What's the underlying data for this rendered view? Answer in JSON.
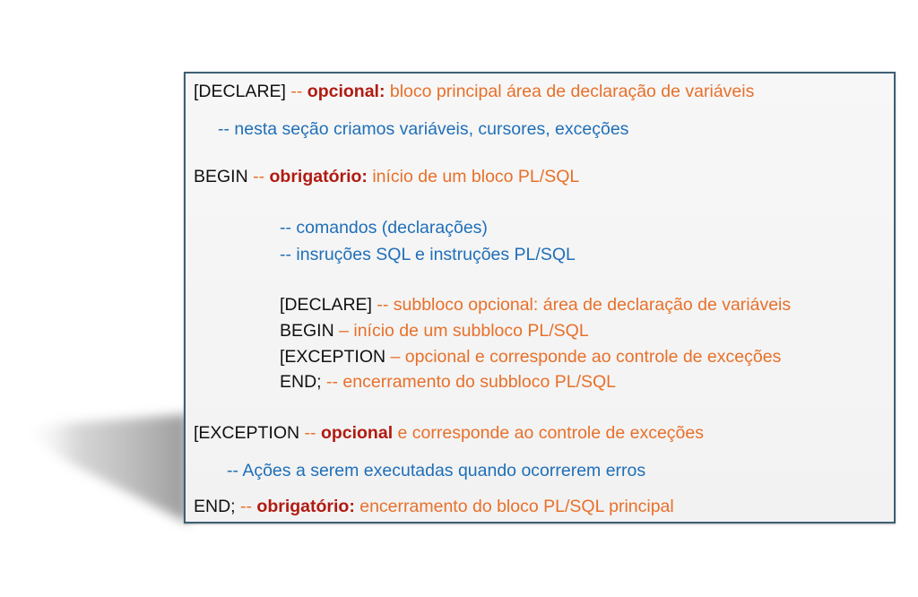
{
  "lines": {
    "declare": {
      "kw": "[DECLARE]",
      "sep": " -- ",
      "strong": "opcional:",
      "desc": " bloco principal área de declaração de variáveis"
    },
    "declare_note": "-- nesta seção criamos variáveis, cursores, exceções",
    "begin": {
      "kw": "BEGIN",
      "sep": " -- ",
      "strong": "obrigatório:",
      "desc": " início de um bloco PL/SQL"
    },
    "comment_commands": "-- comandos (declarações)",
    "comment_sql": "-- insruções SQL e instruções  PL/SQL",
    "sub_declare": {
      "kw": "[DECLARE]",
      "desc": " -- subbloco opcional: área de declaração de variáveis"
    },
    "sub_begin": {
      "kw": "BEGIN",
      "desc": " – início de um subbloco PL/SQL"
    },
    "sub_exception": {
      "kw": "[EXCEPTION",
      "desc": " – opcional e corresponde ao controle de exceções"
    },
    "sub_end": {
      "kw": "END;",
      "desc": " -- encerramento do subbloco PL/SQL"
    },
    "exception": {
      "kw": "[EXCEPTION",
      "sep": " -- ",
      "strong": "opcional",
      "desc": " e corresponde ao controle de exceções"
    },
    "exception_note": "-- Ações a serem executadas quando ocorrerem erros",
    "end": {
      "kw": "END;",
      "sep": " -- ",
      "strong": "obrigatório:",
      "desc": " encerramento do bloco PL/SQL principal"
    }
  },
  "colors": {
    "keyword": "#111111",
    "comment_orange": "#e8702a",
    "emphasis_red": "#b01b12",
    "comment_blue": "#1f6fb8",
    "border": "#3e5f73"
  }
}
